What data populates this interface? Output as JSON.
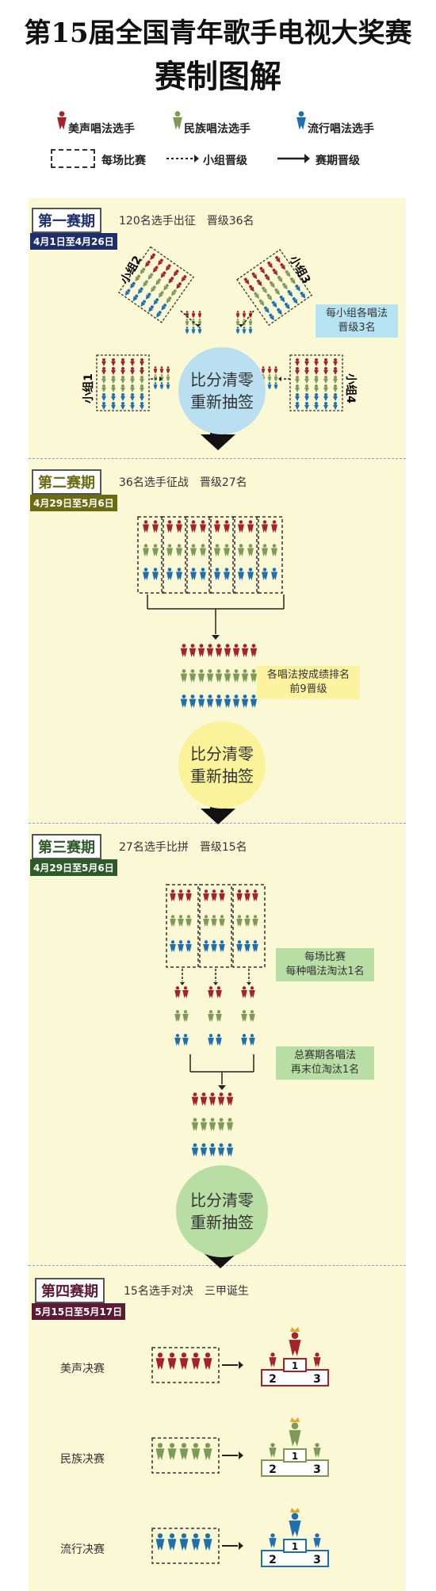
{
  "header": {
    "title": "第15届全国青年歌手电视大奖赛",
    "subtitle": "赛制图解"
  },
  "legend": {
    "bel_canto": "美声唱法选手",
    "ethnic": "民族唱法选手",
    "pop": "流行唱法选手",
    "per_match": "每场比赛",
    "group_advance": "小组晋级",
    "phase_advance": "赛期晋级"
  },
  "colors": {
    "bel_canto": "#a3232b",
    "ethnic": "#7e9a57",
    "pop": "#1f6fad",
    "phase_bg": "#fbf8d6"
  },
  "phase1": {
    "title": "第一赛期",
    "desc": "120名选手出征　晋级36名",
    "date": "4月1日至4月26日",
    "groups": [
      "小组1",
      "小组2",
      "小组3",
      "小组4"
    ],
    "note_line1": "每小组各唱法",
    "note_line2": "晋级3名",
    "circle_line1": "比分清零",
    "circle_line2": "重新抽签"
  },
  "phase2": {
    "title": "第二赛期",
    "desc": "36名选手征战　晋级27名",
    "date": "4月29日至5月6日",
    "note_line1": "各唱法按成绩排名",
    "note_line2": "前9晋级",
    "circle_line1": "比分清零",
    "circle_line2": "重新抽签"
  },
  "phase3": {
    "title": "第三赛期",
    "desc": "27名选手比拼　晋级15名",
    "date": "4月29日至5月6日",
    "note1_line1": "每场比赛",
    "note1_line2": "每种唱法淘汰1名",
    "note2_line1": "总赛期各唱法",
    "note2_line2": "再末位淘汰1名",
    "circle_line1": "比分清零",
    "circle_line2": "重新抽签"
  },
  "phase4": {
    "title": "第四赛期",
    "desc": "15名选手对决　三甲诞生",
    "date": "5月15日至5月17日",
    "finals": [
      "美声决赛",
      "民族决赛",
      "流行决赛"
    ],
    "podium": {
      "first": "1",
      "second": "2",
      "third": "3"
    }
  }
}
